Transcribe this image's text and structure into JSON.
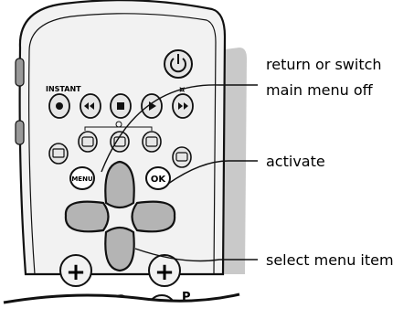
{
  "callouts": {
    "return_line1": "return or switch",
    "return_line2": "main menu off",
    "activate": "activate",
    "select": "select menu item"
  },
  "remote": {
    "instant_label": "INSTANT",
    "menu_label": "MENU",
    "ok_label": "OK",
    "p_label": "P",
    "plus_symbol": "+",
    "minus_symbol": "−",
    "triangle_symbol": "◁"
  },
  "icons": {
    "power": "power-icon",
    "record": "record-icon",
    "rewind": "rewind-icon",
    "stop": "stop-icon",
    "play": "play-icon",
    "fast_forward": "fast-forward-icon",
    "mute": "mute-icon"
  },
  "colors": {
    "remote_body": "#f2f2f2",
    "side_panel": "#c9c9c9",
    "nav_grey": "#b4b4b4",
    "outline": "#111111"
  }
}
